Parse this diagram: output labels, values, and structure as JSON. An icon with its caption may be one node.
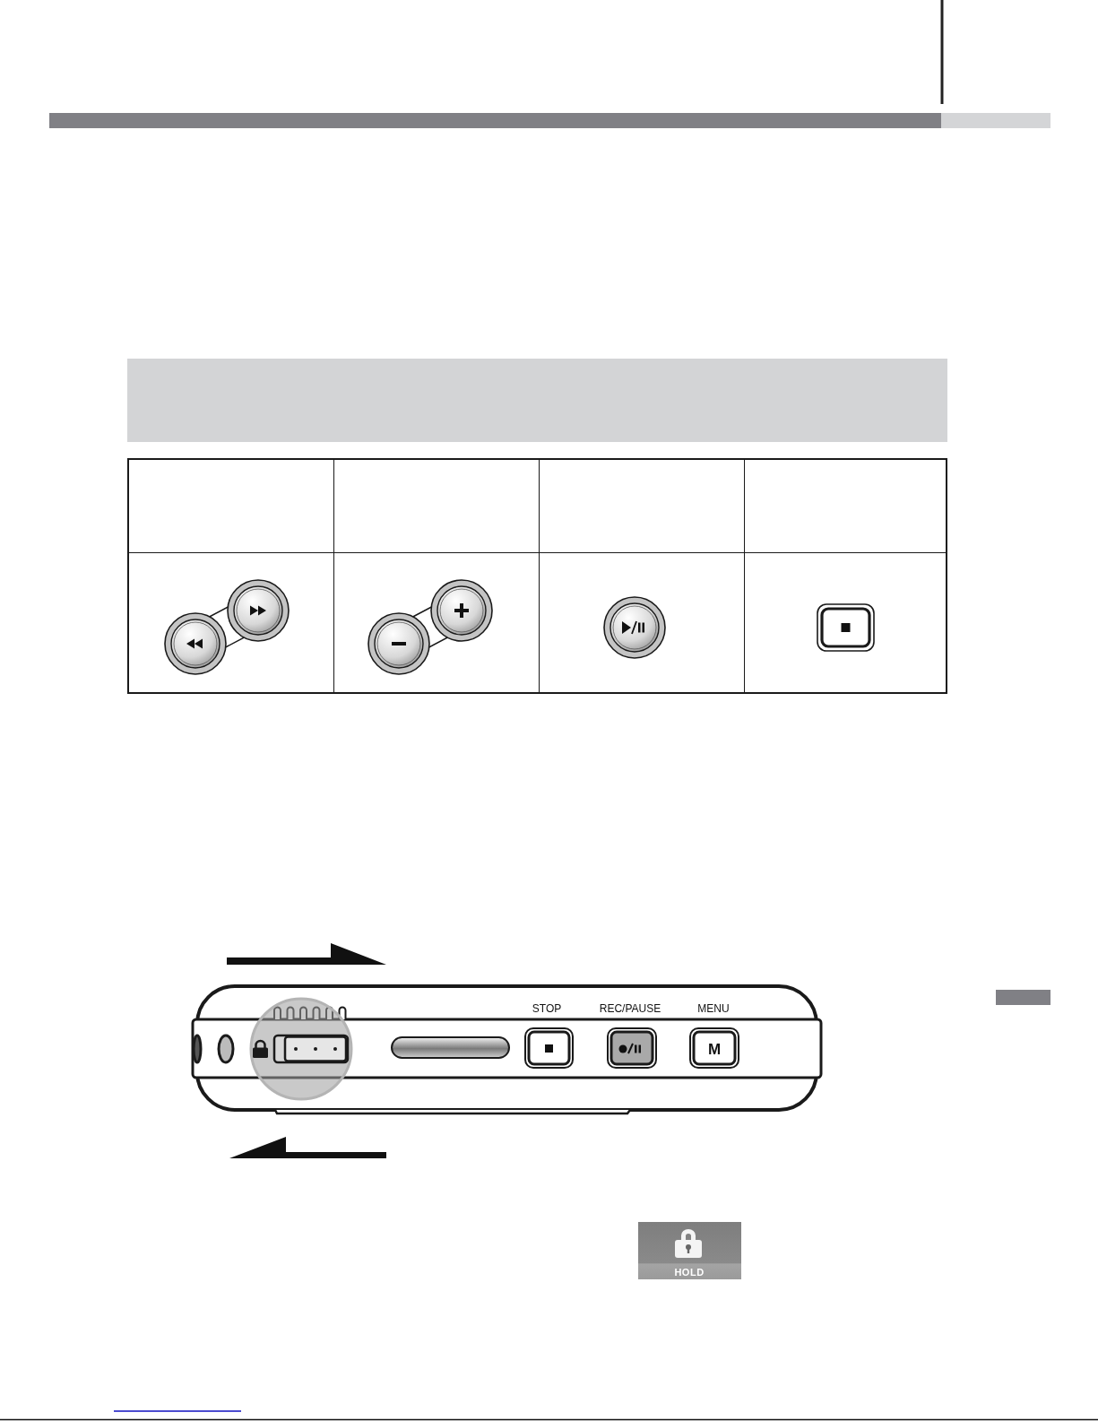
{
  "diagram": {
    "nodes": [
      {
        "text": [],
        "shape": "bar"
      }
    ],
    "labels": [
      "STOP",
      "REC/PAUSE",
      "MENU",
      "M",
      "HOLD"
    ]
  }
}
